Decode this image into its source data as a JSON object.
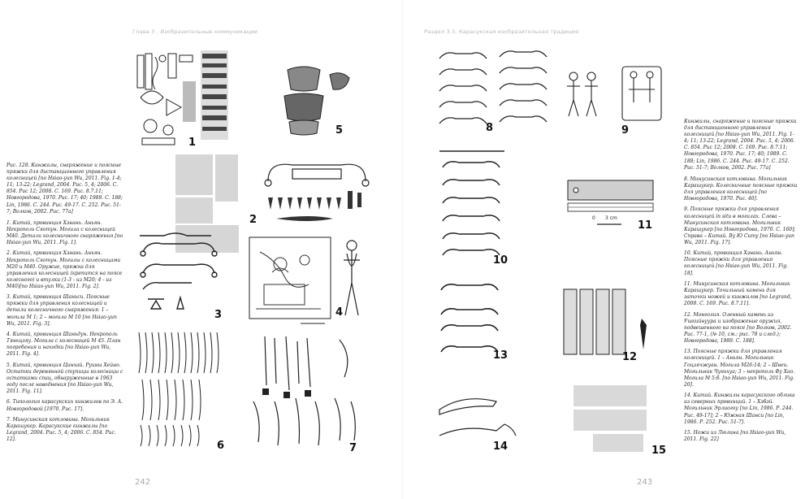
{
  "header": {
    "left": "Глава 3 . Изобразительные коммуникации",
    "right": "Раздел 3.3. Карасукская изобразительная традиция"
  },
  "page_numbers": {
    "left": "242",
    "right": "243"
  },
  "captions_left": [
    "Рис. 128. Кинжалы, снаряжение и поясные пряжки для дистанционного управления колесницей [по Hsiao-yun Wu, 2011. Fig. 1-4; 11; 13-22; Legrand, 2004. Рис. 5, 4; 2006. С. 854. Рис 12; 2008. С. 169. Рис. 8.7.11; Новгородова, 1970. Рис. 17; 40; 1989. С. 188; Lin, 1986. С. 244. Рис. 49-17. С. 252. Рис. 51-7; Волков, 2002. Рис. 77а]",
    "1. Китай, провинция Хэнань. Аньян. Некрополь Сяотун. Могила с колесницей М40. Детали колесничного снаряжения [no Hsiao-yun Wu, 2011. Fig. 1].",
    "2. Китай, провинция Хэнань. Аньян. Некрополь Сяотун. Могилы с колесницами М20 и М40. Оружие, пряжка для управления колесницей (крепится на поясе колесного) и втулки (1-3 - из М20; 4 - из М40)[no Hsiao-yun Wu, 2011. Fig. 2].",
    "3. Китай, провинция Шаньси. Поясные пряжки для управления колесницей и детали колесничного снаряжения: 1 – могила М 1; 2 – могила М 10 [no Hsiao-yun Wu, 2011. Fig. 3].",
    "4. Китай, провинция Шаньдун. Некрополь Тяньцзяу. Могила с колесницей М 45. План погребения и находки [no Hsiao-yun Wu, 2011. Fig. 4].",
    "5. Китай, провинция Цинхай. Руины Хейно. Остатки деревянной ступицы колесницы с остатками спиц, обнаруженные в 1963 году после наводнения [no Hsiao-yun Wu, 2011. Fig. 11].",
    "6. Типология карасукских кинжалов по Э. А. Новгородовой [1970. Рис. 17].",
    "7. Минусинская котловина. Могильник Карашукер. Карасукские кинжалы [по Legrand, 2004. Рис. 5, 4; 2006. С. 854. Рис. 12]."
  ],
  "captions_right": [
    "Кинжалы, снаряжение и поясные пряжки для дистанционного управления колесницей [no Hsiao-yun Wu, 2011. Fig. 1-4; 11; 13-22; Legrand, 2004. Рис. 5, 4; 2006. С. 854. Рис 12; 2008. С. 169. Рис. 8.7.11; Новгородова, 1970. Рис. 17; 40; 1989. С. 188; Lin, 1986. С. 244. Рис. 49-17. С. 252. Рис. 51-7; Волков, 2002. Рис. 77а]",
    "8. Минусинская котловина. Могильник Карашукер. Колесничные поясные пряжки для управления колесницей [по Новгородова, 1970. Рис. 40].",
    "9. Поясные пряжки для управления колесницей in situ в могилах. Слева – Минусинская котловина. Могильник Карашукер [по Новгородова, 1970. С. 160]; Справа – Китай. By Ю Ситу [no Hsiao-yun Wu, 2011. Fig. 17].",
    "10. Китай, провинция Хэнань. Аньян. Поясные пряжки для управления колесницей [no Hsiao-yun Wu, 2011. Fig. 18].",
    "11. Минусинская котловина. Могильник Карашукер. Точильный камень для заточки ножей и кинжалов [no Legrand, 2008. С. 169. Рис. 8.7.11].",
    "12. Монголия. Оленный камень из Ушкийнуура и изображение оружия, подвешенного на поясе [по Волков, 2002. Рис. 77-1, (№ 10, см.: рис. 78 и след.); Новгородова, 1989. С. 188].",
    "13. Поясные пряжки для управления колесницей. 1 – Аньян. Могильник Гоцзячжуан. Могила М26:14; 2 – Шнеи. Могильник Чуньхуа; 3 – некрополь Фу Хао. Могила М 5:б. [no Hsiao-yun Wu, 2011. Fig. 20].",
    "14. Китай. Кинжалы карасукского облика из северных провинций. 1 – Хэбэй. Могильник Эрлиогоу [no Lin, 1986. Р. 244. Рис. 49-17]; 2 – Южная Шанси [по Lin, 1986. Р. 252. Рис. 51-7].",
    "15. Ножи из Люлина [no Hsiao-yun Wu, 2011. Fig. 22]"
  ],
  "figure_labels": [
    "1",
    "2",
    "3",
    "4",
    "5",
    "6",
    "7",
    "8",
    "9",
    "10",
    "11",
    "12",
    "13",
    "14",
    "15"
  ],
  "scale_label": "3 cm",
  "scale_zero": "0"
}
